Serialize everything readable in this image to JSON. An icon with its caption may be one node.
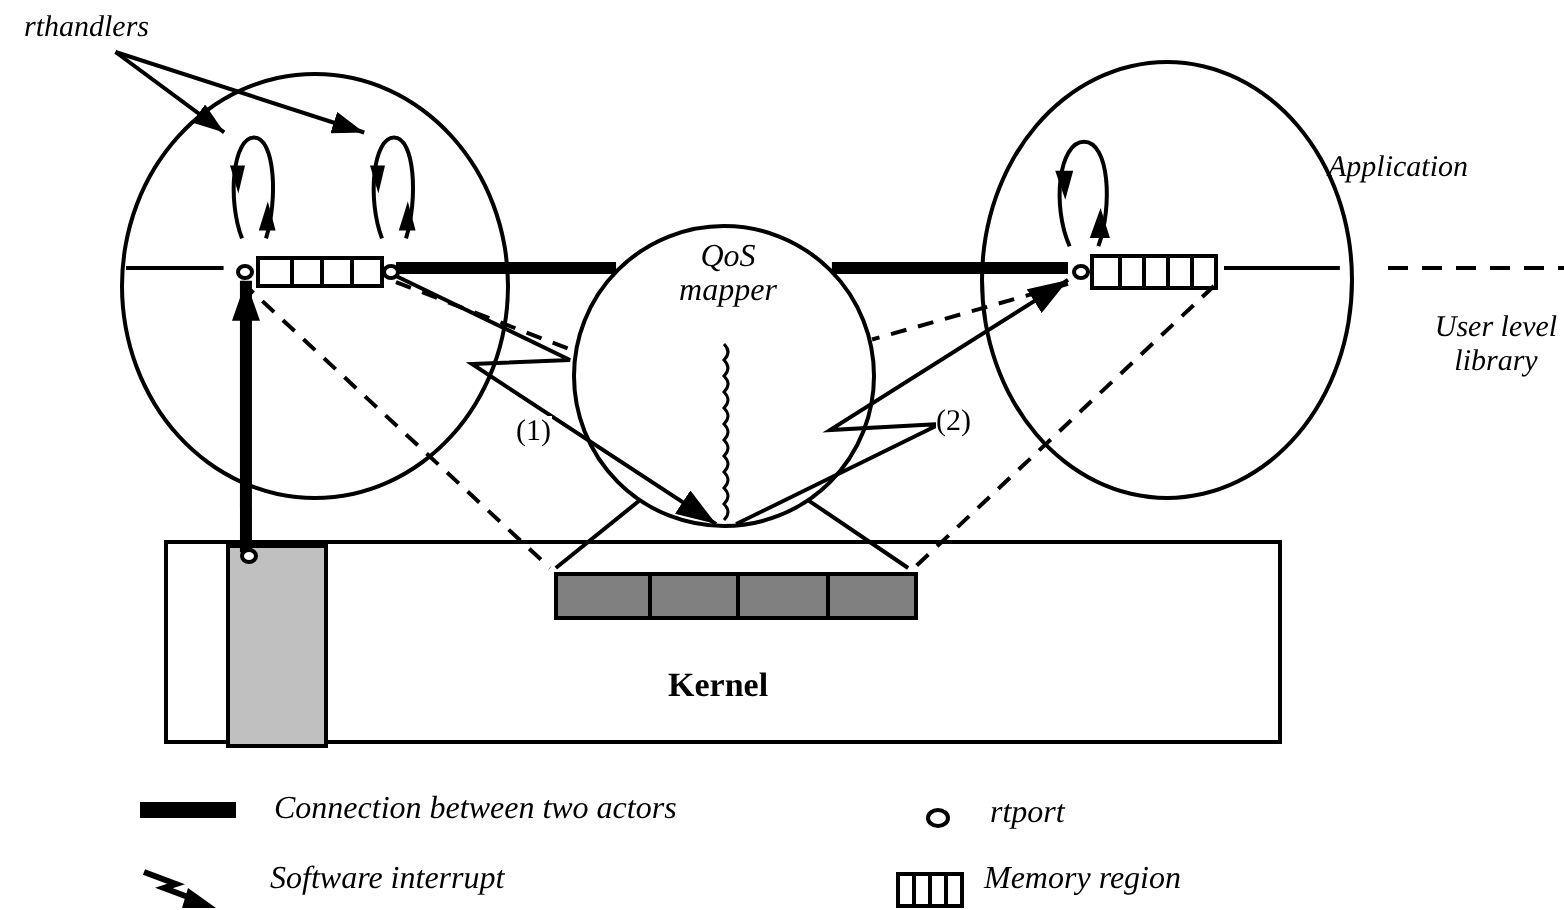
{
  "diagram": {
    "nodes": [
      {
        "text": [
          "rthandlers"
        ]
      },
      {
        "text": [],
        "shape": "circle"
      },
      {
        "text": [],
        "shape": "loop",
        "in": 1
      },
      {
        "text": [],
        "shape": "loop",
        "in": 1
      },
      {
        "text": [],
        "shape": "box",
        "in": 1
      },
      {
        "text": [
          "QoS mapper"
        ]
      },
      {
        "text": [],
        "shape": "circle"
      },
      {
        "text": [],
        "shape": "loop",
        "in": 6
      },
      {
        "text": [],
        "shape": "box",
        "in": 6
      },
      {
        "text": [
          "Kernel"
        ]
      },
      {
        "text": [],
        "shape": "bar",
        "in": 9
      },
      {
        "text": [],
        "shape": "box",
        "in": 9
      }
    ],
    "edges": [
      {
        "from": 0,
        "to": 2,
        "arrow": "to"
      },
      {
        "from": 0,
        "to": 3,
        "arrow": "to"
      },
      {
        "from": 4,
        "to": 5,
        "arrow": "none",
        "style": "thick"
      },
      {
        "from": 5,
        "to": 8,
        "arrow": "none",
        "style": "thick"
      },
      {
        "from": 10,
        "to": 4,
        "arrow": "to",
        "style": "thick"
      },
      {
        "from": 4,
        "to": 5,
        "arrow": "to",
        "label": "(1)"
      },
      {
        "from": 5,
        "to": 8,
        "arrow": "to",
        "label": "(2)"
      },
      {
        "from": 4,
        "to": 5,
        "arrow": "none",
        "style": "dashed"
      },
      {
        "from": 8,
        "to": 5,
        "arrow": "none",
        "style": "dashed"
      },
      {
        "from": 4,
        "to": 11,
        "arrow": "none",
        "style": "dashed"
      },
      {
        "from": 5,
        "to": 11,
        "arrow": "none"
      },
      {
        "from": 5,
        "to": 11,
        "arrow": "none"
      },
      {
        "from": 8,
        "to": 11,
        "arrow": "none",
        "style": "dashed"
      }
    ],
    "labels": [
      "Application",
      "User level library"
    ],
    "legend": [
      {
        "text": "Connection between two actors"
      },
      {
        "text": "Software interrupt"
      },
      {
        "text": "rtport"
      },
      {
        "text": "Memory region"
      }
    ]
  }
}
